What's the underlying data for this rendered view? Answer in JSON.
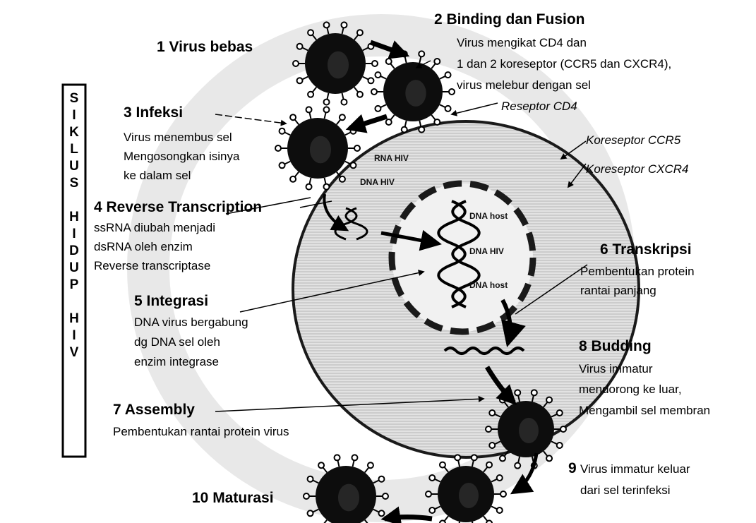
{
  "side_title": {
    "line1": "SIKLUS",
    "line2": "HIDUP",
    "line3": "HIV"
  },
  "steps": {
    "s1": {
      "title": "1 Virus bebas"
    },
    "s2": {
      "title": "2 Binding dan Fusion",
      "lines": [
        "Virus mengikat CD4 dan",
        "1 dan 2 koreseptor (CCR5 dan CXCR4),",
        "virus melebur dengan sel"
      ]
    },
    "s3": {
      "title": "3 Infeksi",
      "lines": [
        "Virus menembus sel",
        "Mengosongkan isinya",
        "ke dalam sel"
      ]
    },
    "s4": {
      "title": "4 Reverse Transcription",
      "lines": [
        "ssRNA diubah menjadi",
        "dsRNA oleh enzim",
        "Reverse transcriptase"
      ]
    },
    "s5": {
      "title": "5 Integrasi",
      "lines": [
        "DNA virus bergabung",
        "dg DNA sel oleh",
        "enzim integrase"
      ]
    },
    "s6": {
      "title": "6 Transkripsi",
      "lines": [
        "Pembentukan protein",
        "rantai panjang"
      ]
    },
    "s7": {
      "title": "7 Assembly",
      "lines": [
        "Pembentukan rantai protein virus"
      ]
    },
    "s8": {
      "title": "8 Budding",
      "lines": [
        "Virus immatur",
        "mendorong ke luar,",
        "Mengambil sel membran"
      ]
    },
    "s9": {
      "title": "9",
      "lines": [
        "Virus immatur keluar",
        "dari sel terinfeksi"
      ]
    },
    "s10": {
      "title": "10 Maturasi"
    }
  },
  "receptors": {
    "cd4": "Reseptor CD4",
    "ccr5": "Koreseptor CCR5",
    "cxcr4": "Koreseptor CXCR4"
  },
  "dna_labels": {
    "rna_hiv": "RNA HIV",
    "dna_hiv_1": "DNA HIV",
    "dna_top": "DNA host",
    "dna_hiv_2": "DNA HIV",
    "dna_bottom": "DNA host"
  }
}
